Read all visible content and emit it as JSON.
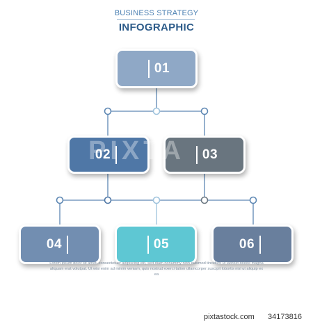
{
  "header": {
    "subtitle": "BUSINESS STRATEGY",
    "title": "INFOGRAPHIC"
  },
  "boxes": [
    {
      "id": "b1",
      "label": "01",
      "color": "#8fa8c6"
    },
    {
      "id": "b2",
      "label": "02",
      "color": "#4f77a6"
    },
    {
      "id": "b3",
      "label": "03",
      "color": "#69757f"
    },
    {
      "id": "b4",
      "label": "04",
      "color": "#728eb1"
    },
    {
      "id": "b5",
      "label": "05",
      "color": "#5ec7d3"
    },
    {
      "id": "b6",
      "label": "06",
      "color": "#697f9d"
    }
  ],
  "body_text": "Lorem ipsum dolor sit amet, consectetuer adipiscing elit, sed diam nonummy nibh euismod tincidunt ut laoreet dolore magna aliquam erat volutpat. Ut wisi enim ad minim veniam, quis nostrud exerci tation ullamcorper suscipit lobortis nisl ut aliquip ex ea",
  "watermark": "PIXTA",
  "footer": {
    "site": "pixtastock.com",
    "image_id": "34173816"
  },
  "colors": {
    "connector": "#5d87b3",
    "connector_light": "#9fc3dd",
    "node_fill": "#ffffff"
  }
}
